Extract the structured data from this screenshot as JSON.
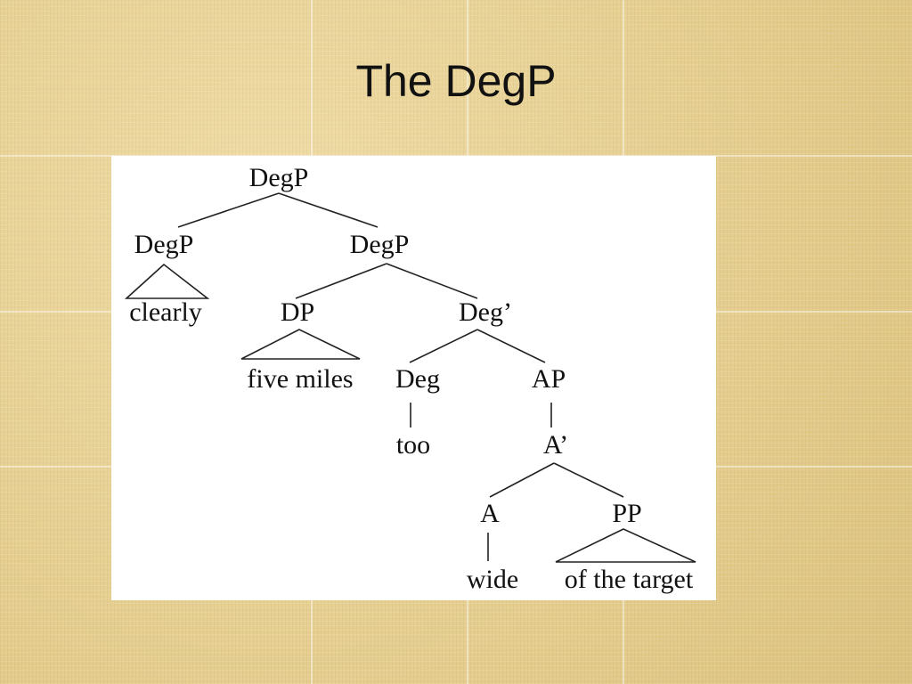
{
  "slide": {
    "title": "The DegP"
  },
  "tree": {
    "nodes": {
      "root": "DegP",
      "left_degp": "DegP",
      "clearly": "clearly",
      "right_degp": "DegP",
      "dp": "DP",
      "five_miles": "five miles",
      "deg_bar": "Deg’",
      "deg": "Deg",
      "too": "too",
      "ap": "AP",
      "a_bar": "A’",
      "a": "A",
      "wide": "wide",
      "pp": "PP",
      "of_the_target": "of the target"
    }
  }
}
